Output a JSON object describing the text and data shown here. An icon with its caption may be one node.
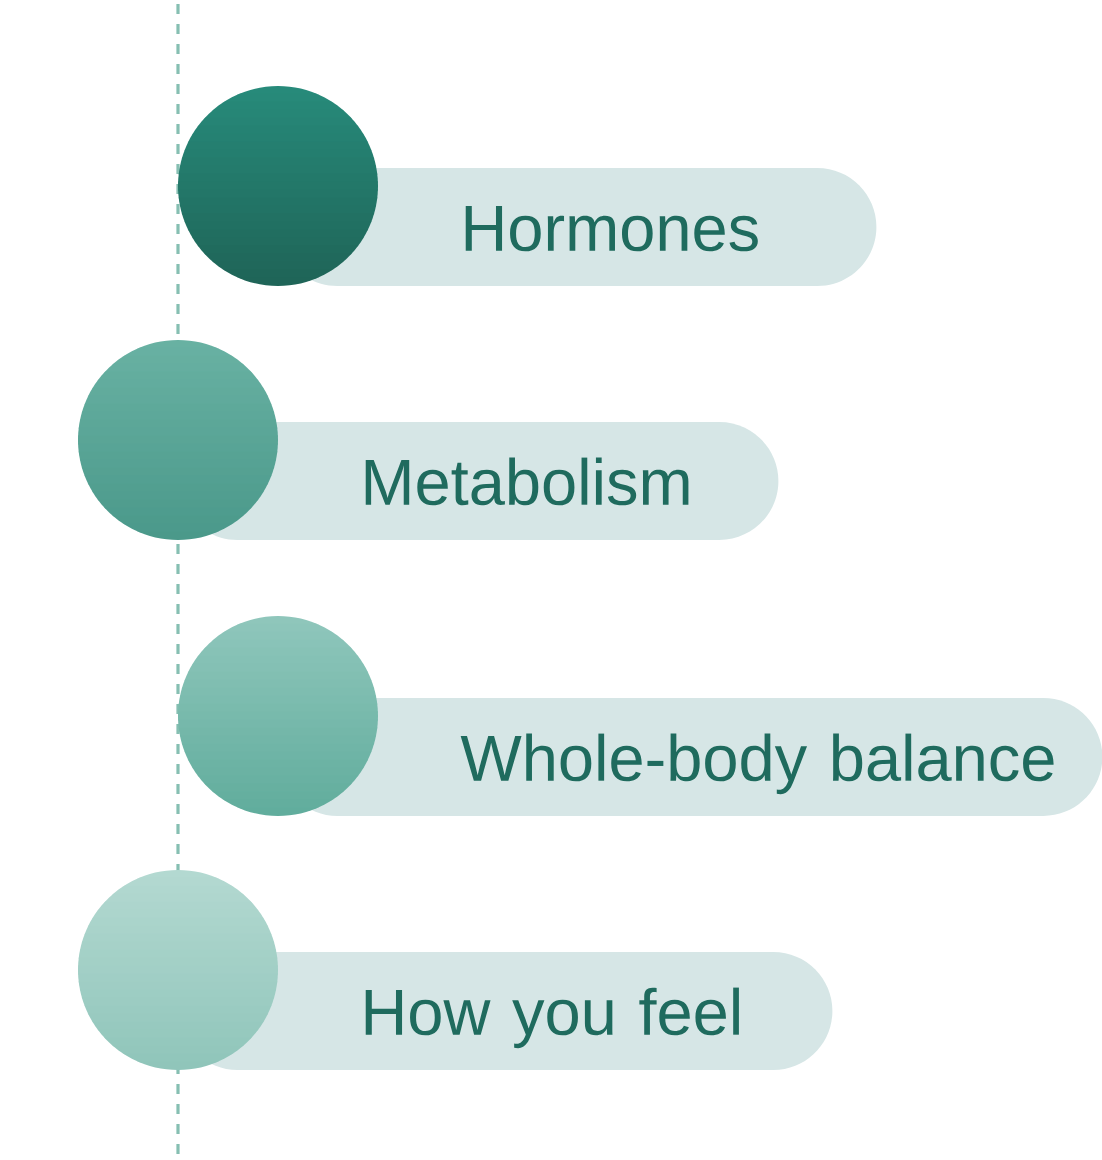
{
  "diagram": {
    "nodes": [
      {
        "text": [
          "Hormones"
        ]
      },
      {
        "text": [
          "Metabolism"
        ]
      },
      {
        "text": [
          "Whole-body balance"
        ]
      },
      {
        "text": [
          "How you feel"
        ]
      }
    ]
  }
}
